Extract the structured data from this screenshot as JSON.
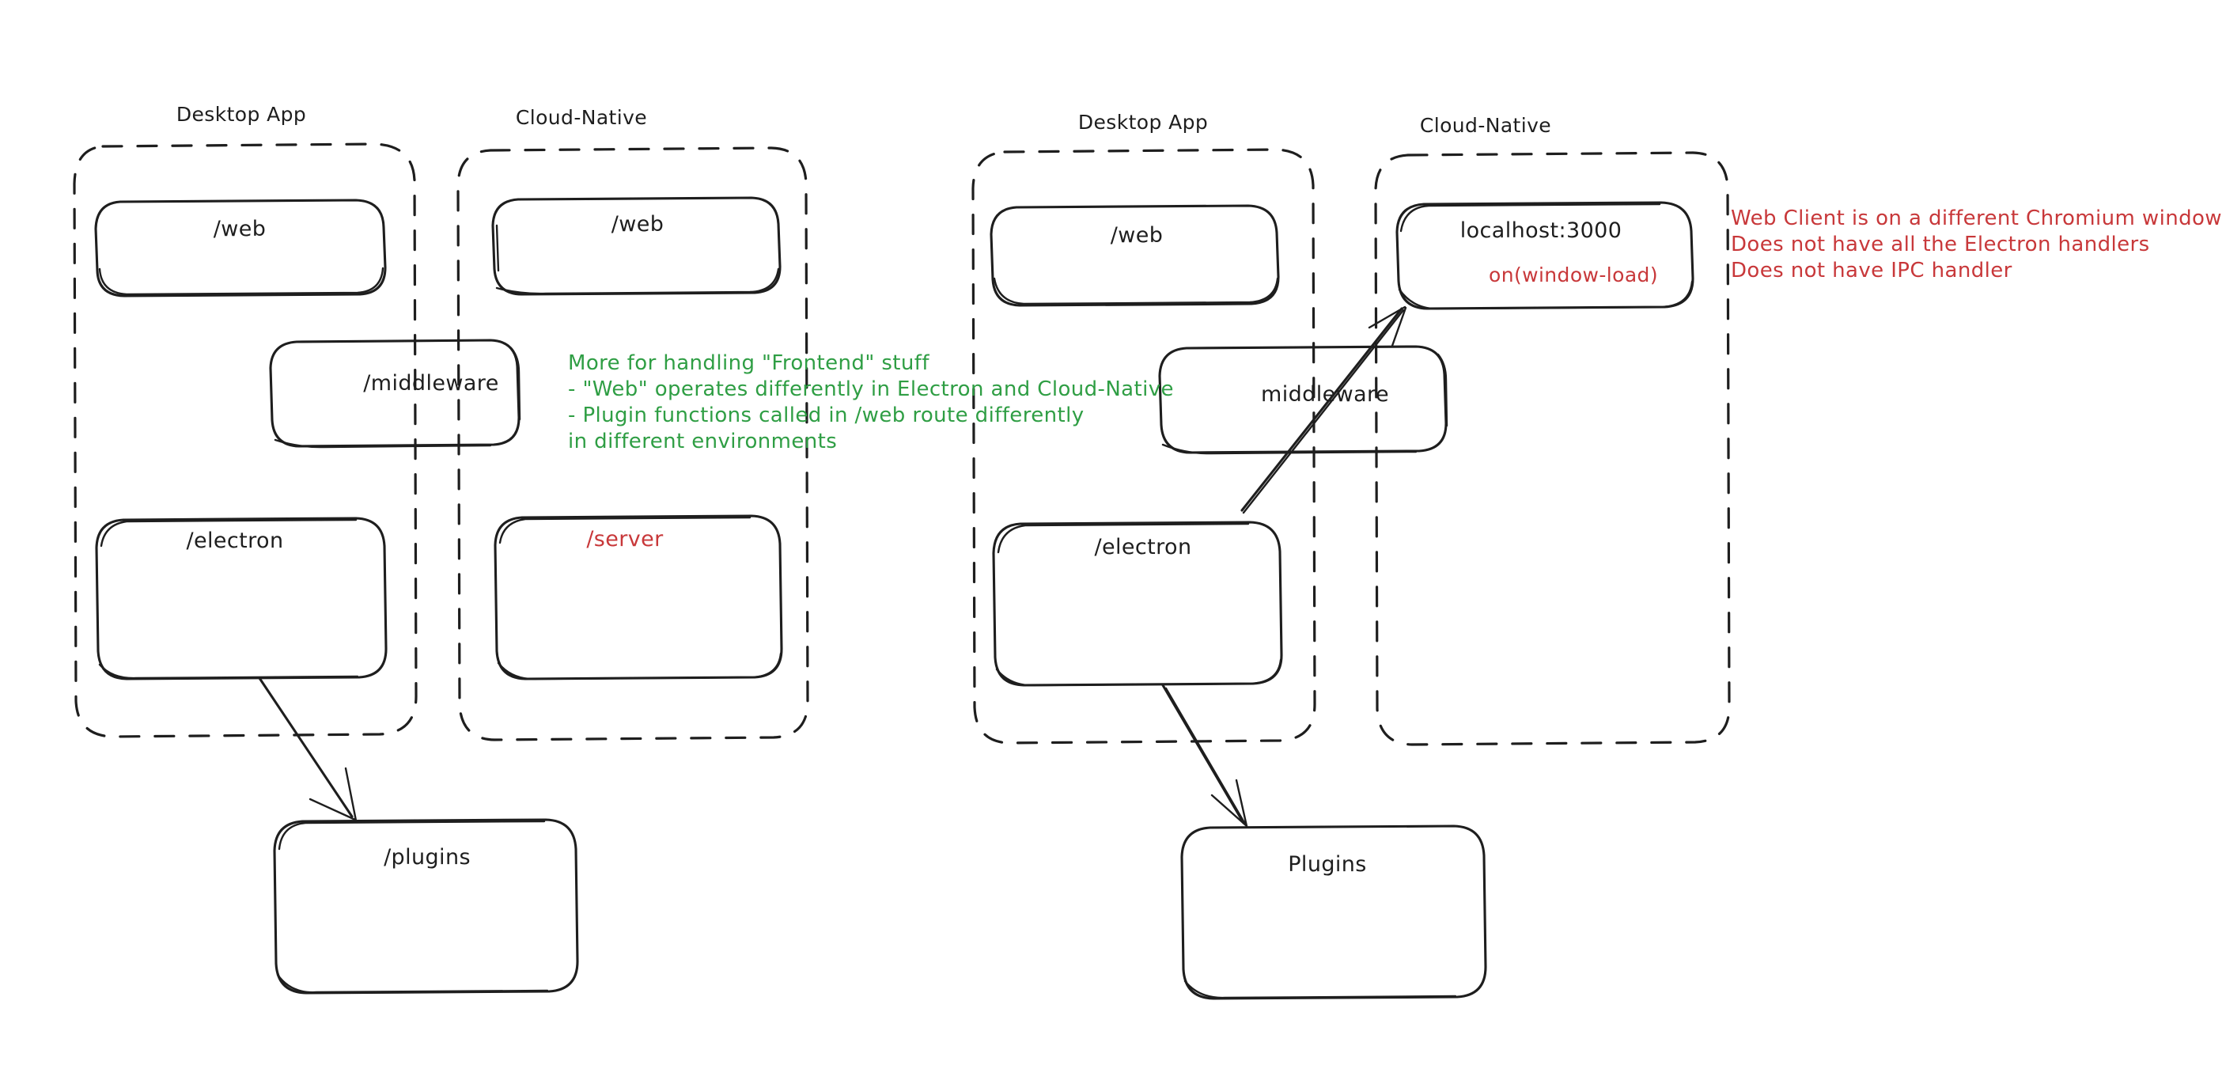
{
  "diagram": {
    "title": "Electron Desktop App vs Cloud-Native architecture comparison",
    "style": "hand-drawn whiteboard (excalidraw)",
    "colors": {
      "stroke": "#1e1e1e",
      "background": "#ffffff",
      "green_note": "#2f9e44",
      "red_note": "#c8383a"
    }
  },
  "left_diagram": {
    "groups": [
      {
        "id": "left-desktop",
        "label": "Desktop App"
      },
      {
        "id": "left-cloud",
        "label": "Cloud-Native"
      }
    ],
    "nodes": [
      {
        "id": "left-desktop-web",
        "label": "/web"
      },
      {
        "id": "left-cloud-web",
        "label": "/web"
      },
      {
        "id": "left-middleware",
        "label": "/middleware"
      },
      {
        "id": "left-electron",
        "label": "/electron"
      },
      {
        "id": "left-server",
        "label": "/server",
        "color": "red"
      },
      {
        "id": "left-plugins",
        "label": "/plugins"
      }
    ],
    "note_green": "More for handling \"Frontend\" stuff\n- \"Web\" operates differently in Electron and Cloud-Native\n- Plugin functions called in /web route differently\nin different environments"
  },
  "right_diagram": {
    "groups": [
      {
        "id": "right-desktop",
        "label": "Desktop App"
      },
      {
        "id": "right-cloud",
        "label": "Cloud-Native"
      }
    ],
    "nodes": [
      {
        "id": "right-desktop-web",
        "label": "/web"
      },
      {
        "id": "right-localhost",
        "label": "localhost:3000",
        "sublabel": "on(window-load)",
        "sublabel_color": "red"
      },
      {
        "id": "right-middleware",
        "label": "middleware"
      },
      {
        "id": "right-electron",
        "label": "/electron"
      },
      {
        "id": "right-plugins",
        "label": "Plugins"
      }
    ],
    "note_red": "Web Client is on a different Chromium window\nDoes not have all the Electron handlers\nDoes not have IPC handler"
  },
  "edges": [
    {
      "id": "left-electron-to-plugins",
      "from": "/electron",
      "to": "/plugins",
      "style": "arrow"
    },
    {
      "id": "right-electron-to-plugins",
      "from": "/electron",
      "to": "Plugins",
      "style": "arrow"
    },
    {
      "id": "right-electron-to-localhost",
      "from": "/electron",
      "to": "localhost:3000",
      "style": "arrow"
    }
  ]
}
